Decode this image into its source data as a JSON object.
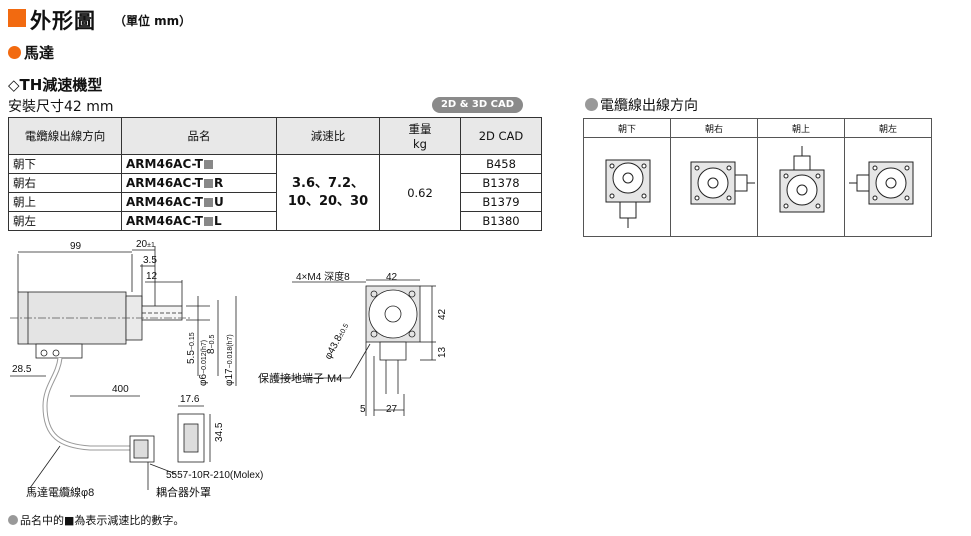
{
  "header": {
    "title": "外形圖",
    "unit": "（單位 mm）"
  },
  "section_motor": "馬達",
  "series": "◇TH減速機型",
  "mount_size": "安裝尺寸42 mm",
  "cad_badge": "2D & 3D CAD",
  "table": {
    "headers": {
      "direction": "電纜線出線方向",
      "name": "品名",
      "ratio": "減速比",
      "weight": "重量",
      "weight_unit": "kg",
      "cad": "2D CAD"
    },
    "rows": [
      {
        "direction": "朝下",
        "name_prefix": "ARM46AC-T",
        "name_suffix": "",
        "cad": "B458"
      },
      {
        "direction": "朝右",
        "name_prefix": "ARM46AC-T",
        "name_suffix": "R",
        "cad": "B1378"
      },
      {
        "direction": "朝上",
        "name_prefix": "ARM46AC-T",
        "name_suffix": "U",
        "cad": "B1379"
      },
      {
        "direction": "朝左",
        "name_prefix": "ARM46AC-T",
        "name_suffix": "L",
        "cad": "B1380"
      }
    ],
    "ratio_line1": "3.6、7.2、",
    "ratio_line2": "10、20、30",
    "weight": "0.62"
  },
  "direction_panel": {
    "title": "電纜線出線方向",
    "labels": [
      "朝下",
      "朝右",
      "朝上",
      "朝左"
    ]
  },
  "drawing": {
    "dims": {
      "d99": "99",
      "d20": "20",
      "d20tol": "±1",
      "d3_5": "3.5",
      "d12": "12",
      "d28_5": "28.5",
      "d400": "400",
      "d17_6": "17.6",
      "d34_5": "34.5",
      "d4m4": "4×M4 深度8",
      "d42a": "42",
      "d42b": "42",
      "d13": "13",
      "d5": "5",
      "d27": "27",
      "d5_5": "5.5",
      "d5_5tol": "−0.15",
      "d6": "φ6",
      "d6tol": "−0.012(h7)",
      "d8": "8",
      "d8tol": "−0.5",
      "d17": "φ17",
      "d17tol": "−0.018(h7)",
      "d43_8": "φ43.8",
      "d43_8tol": "±0.5"
    },
    "labels": {
      "ground": "保護接地端子 M4",
      "cable": "馬達電纜線φ8",
      "connector_cover": "耦合器外罩",
      "connector_model": "5557-10R-210(Molex)"
    }
  },
  "footnote": "品名中的■為表示減速比的數字。"
}
